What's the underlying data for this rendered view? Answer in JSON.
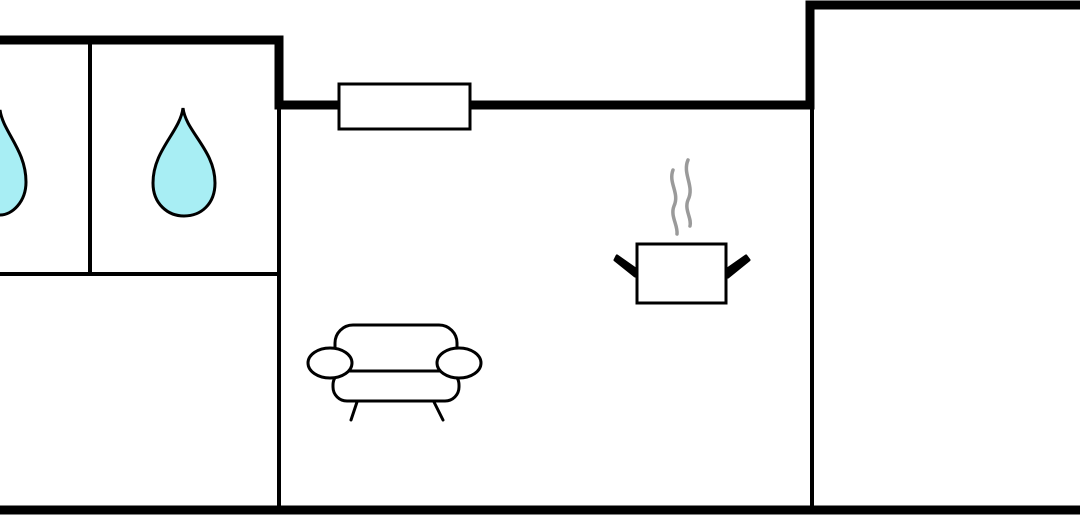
{
  "colors": {
    "background": "#ffffff",
    "wall": "#000000",
    "water": "#a8eef4",
    "steam": "#9a9a9a"
  },
  "rooms": [
    {
      "name": "bathroom-left",
      "type": "bathroom",
      "icon": "water-drop-icon"
    },
    {
      "name": "bathroom-right",
      "type": "bathroom",
      "icon": "water-drop-icon"
    },
    {
      "name": "room-bottom-left",
      "type": "room"
    },
    {
      "name": "living-kitchen",
      "type": "living-room-with-kitchen",
      "icons": [
        "sofa-icon",
        "cooking-pot-icon"
      ]
    },
    {
      "name": "room-right",
      "type": "room"
    }
  ],
  "features": {
    "window": {
      "icon": "window-icon"
    }
  }
}
